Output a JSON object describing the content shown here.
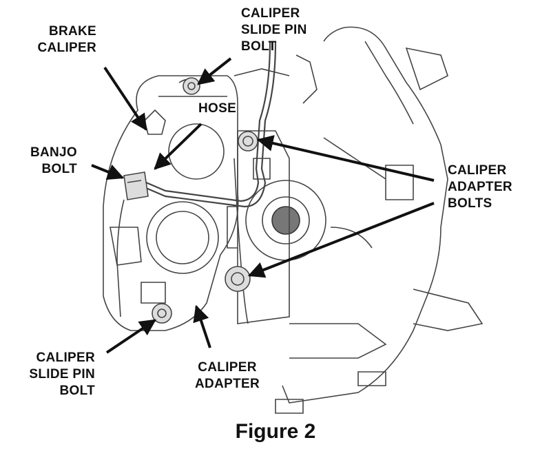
{
  "labels": {
    "brake_caliper": [
      "BRAKE",
      "CALIPER"
    ],
    "slide_pin_top": [
      "CALIPER",
      "SLIDE PIN",
      "BOLT"
    ],
    "hose": [
      "HOSE"
    ],
    "banjo_bolt": [
      "BANJO",
      "BOLT"
    ],
    "adapter_bolts": [
      "CALIPER",
      "ADAPTER",
      "BOLTS"
    ],
    "slide_pin_bottom": [
      "CALIPER",
      "SLIDE PIN",
      "BOLT"
    ],
    "caliper_adapter": [
      "CALIPER",
      "ADAPTER"
    ]
  },
  "caption": "Figure 2",
  "colors": {
    "ink": "#111111",
    "line": "#444444",
    "background": "#ffffff"
  }
}
